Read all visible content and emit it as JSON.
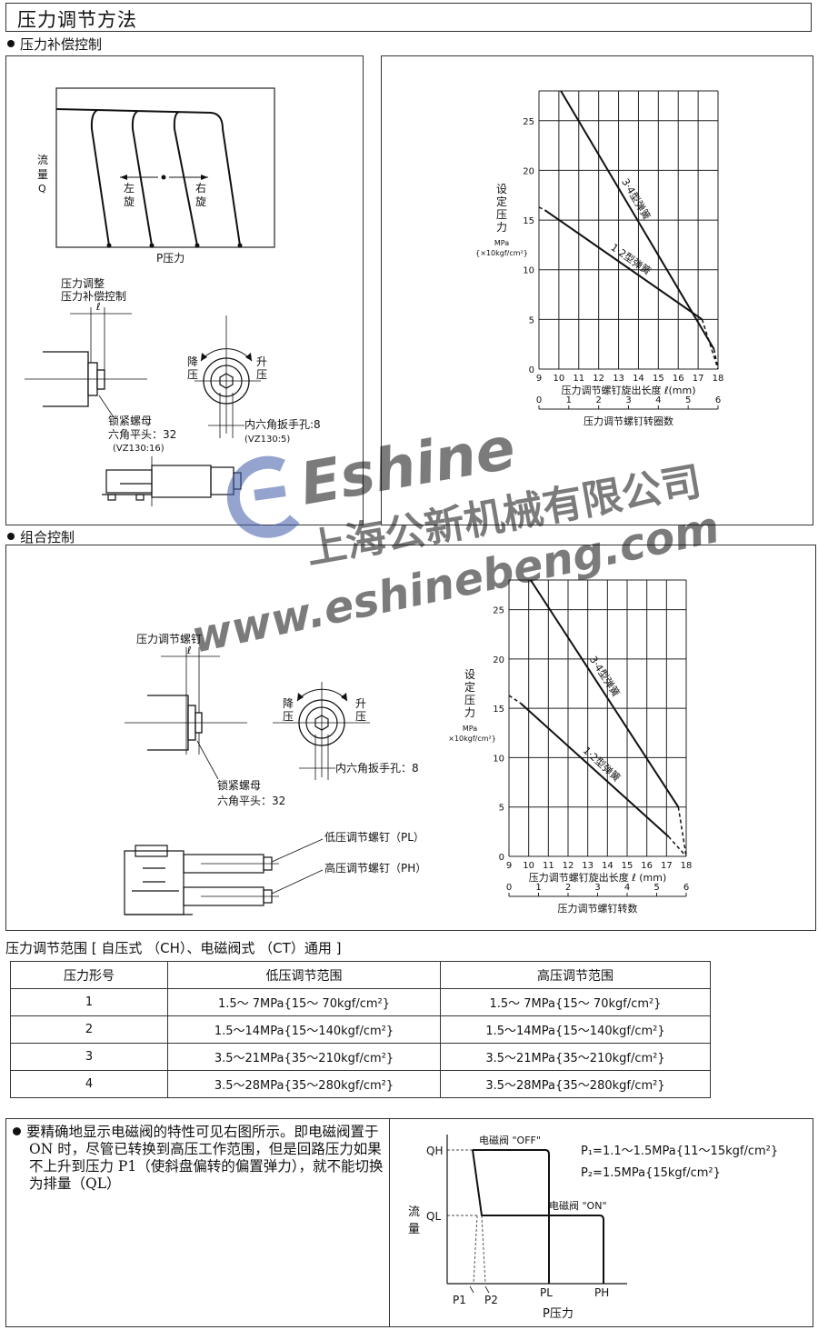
{
  "page_title": "压力调节方法",
  "sections": {
    "pressure_compensation": "压力补偿控制",
    "combined": "组合控制"
  },
  "top_left": {
    "flow_label": [
      "流",
      "量",
      "Q"
    ],
    "left_turn": [
      "左",
      "旋"
    ],
    "right_turn": [
      "右",
      "旋"
    ],
    "x_label": "P压力",
    "adj_label_1": "压力调整",
    "adj_label_2": "压力补偿控制",
    "ell": "ℓ",
    "lock_nut": "锁紧螺母",
    "hex_head": "六角平头：32",
    "vz_code_1": "(VZ130:16)",
    "down": [
      "降",
      "压"
    ],
    "up": [
      "升",
      "压"
    ],
    "hex_socket": "内六角扳手孔:8",
    "vz_code_2": "(VZ130:5)"
  },
  "combined_left": {
    "screw_label": "压力调节螺钉",
    "ell": "ℓ",
    "down": [
      "降",
      "压"
    ],
    "up": [
      "升",
      "压"
    ],
    "hex_socket": "内六角扳手孔：8",
    "lock_nut": "锁紧螺母",
    "hex_head": "六角平头：32",
    "pl_screw": "低压调节螺钉（PL）",
    "ph_screw": "高压调节螺钉（PH）"
  },
  "chart_data": [
    {
      "type": "line",
      "ylabel_chars": [
        "设",
        "定",
        "压",
        "力"
      ],
      "ylabel_unit": "MPa",
      "ylabel_unit2": "{×10kgf/cm²}",
      "xlabel": "压力调节螺钉旋出长度 ℓ(mm)",
      "x2label": "压力调节螺钉转圈数",
      "xlim": [
        9,
        18
      ],
      "ylim": [
        0,
        28
      ],
      "x_ticks": [
        "9",
        "10",
        "11",
        "12",
        "13",
        "14",
        "15",
        "16",
        "17",
        "18"
      ],
      "y_ticks": [
        "0",
        "5",
        "10",
        "15",
        "20",
        "25"
      ],
      "x2_ticks": [
        "0",
        "1",
        "2",
        "3",
        "4",
        "5",
        "6"
      ],
      "series": [
        {
          "name": "3·4型弹簧",
          "x": [
            10.1,
            17.8
          ],
          "y": [
            28,
            2
          ],
          "dashed_x": [
            17.8,
            18
          ],
          "dashed_y": [
            2,
            0
          ]
        },
        {
          "name": "1·2型弹簧",
          "x": [
            9.3,
            17.2
          ],
          "y": [
            16,
            5
          ],
          "dashed_x": [
            17.2,
            18
          ],
          "dashed_y": [
            5,
            0
          ],
          "lead_x": [
            9,
            9.3
          ],
          "lead_y": [
            16.3,
            16
          ]
        }
      ]
    },
    {
      "type": "line",
      "ylabel_chars": [
        "设",
        "定",
        "压",
        "力"
      ],
      "ylabel_unit": "MPa",
      "ylabel_unit2": "{×10kgf/cm²}",
      "xlabel": "压力调节螺钉旋出长度 ℓ (mm)",
      "x2label": "压力调节螺钉转数",
      "xlim": [
        9,
        18
      ],
      "ylim": [
        0,
        28
      ],
      "x_ticks": [
        "9",
        "10",
        "11",
        "12",
        "13",
        "14",
        "15",
        "16",
        "17",
        "18"
      ],
      "y_ticks": [
        "0",
        "5",
        "10",
        "15",
        "20",
        "25"
      ],
      "x2_ticks": [
        "0",
        "1",
        "2",
        "3",
        "4",
        "5",
        "6"
      ],
      "series": [
        {
          "name": "3·4型弹簧",
          "x": [
            10.1,
            17.6
          ],
          "y": [
            28,
            5
          ],
          "dashed_x": [
            17.6,
            18
          ],
          "dashed_y": [
            5,
            0
          ]
        },
        {
          "name": "1·2型弹簧",
          "x": [
            9.6,
            17.1
          ],
          "y": [
            15.5,
            2
          ],
          "dashed_x": [
            17.1,
            18
          ],
          "dashed_y": [
            2,
            0
          ],
          "lead_x": [
            9,
            9.6
          ],
          "lead_y": [
            16.3,
            15.5
          ]
        }
      ]
    }
  ],
  "range_table": {
    "title": "压力调节范围 [ 自压式 （CH）、电磁阀式 （CT）通用 ]",
    "headers": [
      "压力形号",
      "低压调节范围",
      "高压调节范围"
    ],
    "rows": [
      [
        "1",
        "1.5～ 7MPa{15～ 70kgf/cm²}",
        "1.5～ 7MPa{15～ 70kgf/cm²}"
      ],
      [
        "2",
        "1.5～14MPa{15～140kgf/cm²}",
        "1.5～14MPa{15～140kgf/cm²}"
      ],
      [
        "3",
        "3.5～21MPa{35～210kgf/cm²}",
        "3.5～21MPa{35～210kgf/cm²}"
      ],
      [
        "4",
        "3.5～28MPa{35～280kgf/cm²}",
        "3.5～28MPa{35～280kgf/cm²}"
      ]
    ]
  },
  "note": "要精确地显示电磁阀的特性可见右图所示。即电磁阀置于 ON 时，尽管已转换到高压工作范围，但是回路压力如果不上升到压力 P1（使斜盘偏转的偏置弹力），就不能切换为排量（QL）",
  "solenoid_chart": {
    "off_label": "电磁阀 \"OFF\"",
    "on_label": "电磁阀 \"ON\"",
    "p1": "P₁=1.1～1.5MPa{11～15kgf/cm²}",
    "p2": "P₂=1.5MPa{15kgf/cm²}",
    "qh": "QH",
    "ql": "QL",
    "flow": [
      "流",
      "量"
    ],
    "xlabel": "P压力",
    "ticks": [
      "P1",
      "P2",
      "PL",
      "PH"
    ]
  },
  "watermark": {
    "brand": "Eshine",
    "company": "上海公新机械有限公司",
    "url": "www.eshinebeng.com",
    "color": "#3d5aa8"
  }
}
